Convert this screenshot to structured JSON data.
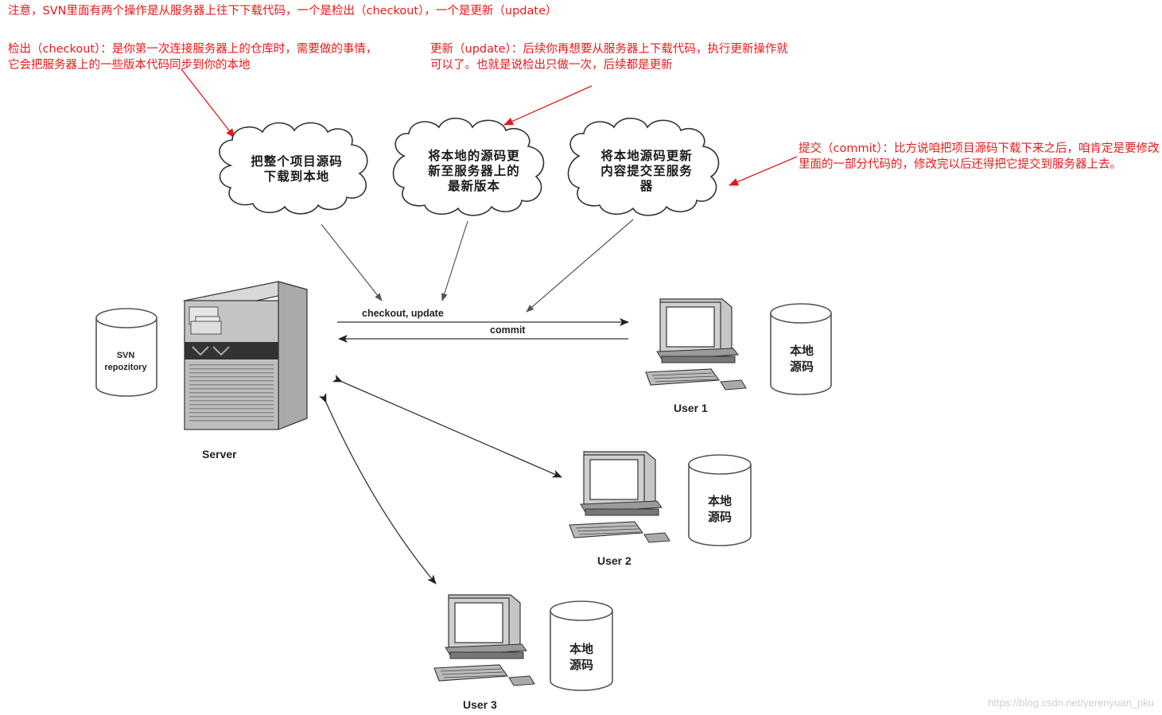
{
  "notes": {
    "top": "注意，SVN里面有两个操作是从服务器上往下下载代码，一个是检出（checkout），一个是更新（update）",
    "checkout": "检出（checkout）：是你第一次连接服务器上的仓库时，需要做的事情，它会把服务器上的一些版本代码同步到你的本地",
    "update": "更新（update）：后续你再想要从服务器上下载代码，执行更新操作就可以了。也就是说检出只做一次，后续都是更新",
    "commit": "提交（commit）：比方说咱把项目源码下载下来之后，咱肯定是要修改里面的一部分代码的，修改完以后还得把它提交到服务器上去。"
  },
  "clouds": {
    "c1": "把整个项目源码\n下载到本地",
    "c2": "将本地的源码更\n新至服务器上的\n最新版本",
    "c3": "将本地源码更新\n内容提交至服务\n器"
  },
  "labels": {
    "server": "Server",
    "user1": "User 1",
    "user2": "User 2",
    "user3": "User 3",
    "checkout_update": "checkout, update",
    "commit": "commit"
  },
  "cylinders": {
    "svn": "SVN\nrepozitory",
    "local": "本地\n源码"
  },
  "watermark": "https://blog.csdn.net/yerenyuan_pku",
  "colors": {
    "annotation": "#e21b1b",
    "line": "#333333"
  }
}
